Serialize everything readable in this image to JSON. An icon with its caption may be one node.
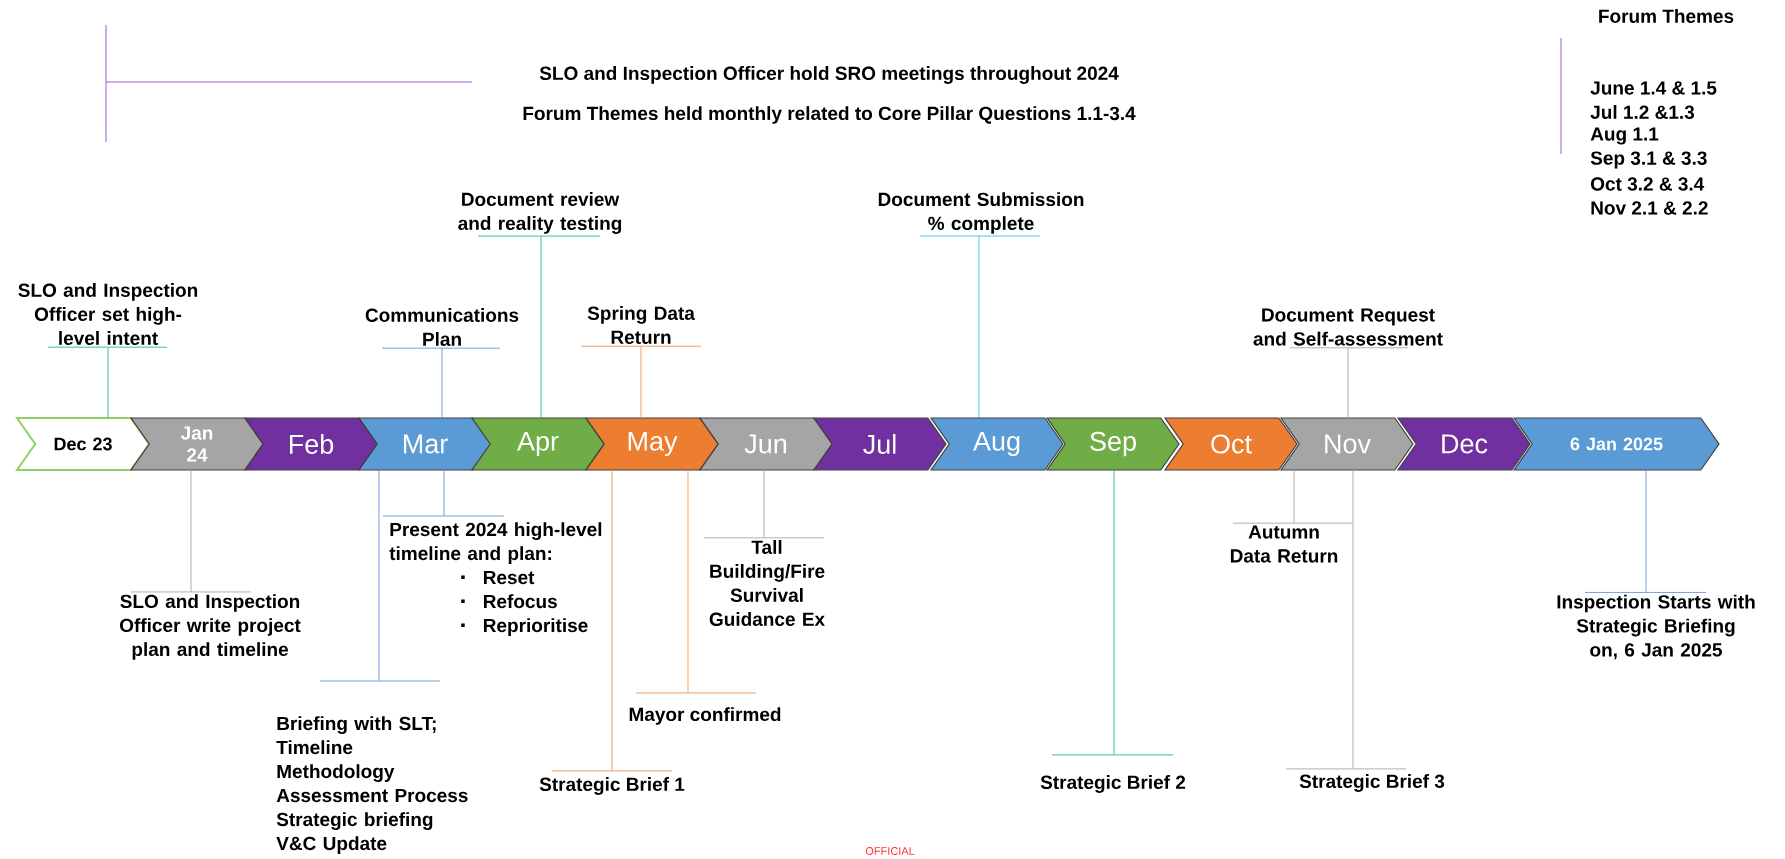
{
  "diagram": {
    "nodes": [
      {
        "text": [
          "Dec 23"
        ]
      },
      {
        "text": [
          "Jan 24"
        ]
      },
      {
        "text": [
          "Feb"
        ]
      },
      {
        "text": [
          "Mar"
        ]
      },
      {
        "text": [
          "Apr"
        ]
      },
      {
        "text": [
          "May"
        ]
      },
      {
        "text": [
          "Jun"
        ]
      },
      {
        "text": [
          "Jul"
        ]
      },
      {
        "text": [
          "Aug"
        ]
      },
      {
        "text": [
          "Sep"
        ]
      },
      {
        "text": [
          "Oct"
        ]
      },
      {
        "text": [
          "Nov"
        ]
      },
      {
        "text": [
          "Dec"
        ]
      },
      {
        "text": [
          "6 Jan 2025"
        ]
      },
      {
        "text": [
          "SLO and Inspection Officer set high-level intent"
        ]
      },
      {
        "text": [
          "Document review and reality testing"
        ]
      },
      {
        "text": [
          "Communications Plan"
        ]
      },
      {
        "text": [
          "Spring Data Return"
        ]
      },
      {
        "text": [
          "Document Submission % complete"
        ]
      },
      {
        "text": [
          "Document Request and Self-assessment"
        ]
      },
      {
        "text": [
          "SLO and Inspection Officer write project plan and timeline"
        ]
      },
      {
        "text": [
          "Present 2024 high-level timeline and plan:",
          "Reset",
          "Refocus",
          "Reprioritise"
        ]
      },
      {
        "text": [
          "Briefing with SLT;",
          "Timeline",
          "Methodology",
          "Assessment Process",
          "Strategic briefing",
          "V&C Update"
        ]
      },
      {
        "text": [
          "Tall Building/Fire Survival Guidance Ex"
        ]
      },
      {
        "text": [
          "Autumn Data Return"
        ]
      },
      {
        "text": [
          "Inspection Starts with Strategic Briefing on, 6 Jan 2025"
        ]
      },
      {
        "text": [
          "Mayor confirmed"
        ]
      },
      {
        "text": [
          "Strategic Brief 1"
        ]
      },
      {
        "text": [
          "Strategic Brief 2"
        ]
      },
      {
        "text": [
          "Strategic Brief 3"
        ]
      }
    ],
    "edges": [
      {
        "from": 14,
        "to": 0,
        "arrow": "none",
        "color": "#3cc47c"
      },
      {
        "from": 15,
        "to": 4,
        "arrow": "none",
        "color": "#3cc47c"
      },
      {
        "from": 16,
        "to": 3,
        "arrow": "none",
        "color": "#7b9ee0"
      },
      {
        "from": 17,
        "to": 5,
        "arrow": "none",
        "color": "#f0a060"
      },
      {
        "from": 18,
        "to": 8,
        "arrow": "none",
        "color": "#4dc3f0"
      },
      {
        "from": 19,
        "to": 11,
        "arrow": "none",
        "color": "#b0b0b0"
      },
      {
        "from": 20,
        "to": 1,
        "arrow": "none",
        "color": "#b0b0b0"
      },
      {
        "from": 21,
        "to": 3,
        "arrow": "none",
        "color": "#7b9ee0"
      },
      {
        "from": 22,
        "to": 3,
        "arrow": "none",
        "color": "#7b9ee0"
      },
      {
        "from": 23,
        "to": 6,
        "arrow": "none",
        "color": "#b0b0b0"
      },
      {
        "from": 24,
        "to": 11,
        "arrow": "none",
        "color": "#b0b0b0"
      },
      {
        "from": 25,
        "to": 13,
        "arrow": "none",
        "color": "#7b9ee0"
      },
      {
        "from": 26,
        "to": 5,
        "arrow": "none",
        "color": "#f0a060"
      },
      {
        "from": 27,
        "to": 5,
        "arrow": "none",
        "color": "#f0a060"
      },
      {
        "from": 28,
        "to": 9,
        "arrow": "none",
        "color": "#3cc47c"
      },
      {
        "from": 29,
        "to": 11,
        "arrow": "none",
        "color": "#b0b0b0"
      }
    ],
    "labels": [
      "Forum Themes",
      "SLO and Inspection Officer hold SRO meetings throughout 2024",
      "Forum Themes held monthly related to Core Pillar Questions 1.1-3.4",
      "June 1.4 & 1.5",
      "Jul 1.2 &1.3",
      "Aug 1.1",
      "Sep 3.1 & 3.3",
      "Oct 3.2 & 3.4",
      "Nov 2.1 & 2.2",
      "OFFICIAL"
    ]
  }
}
